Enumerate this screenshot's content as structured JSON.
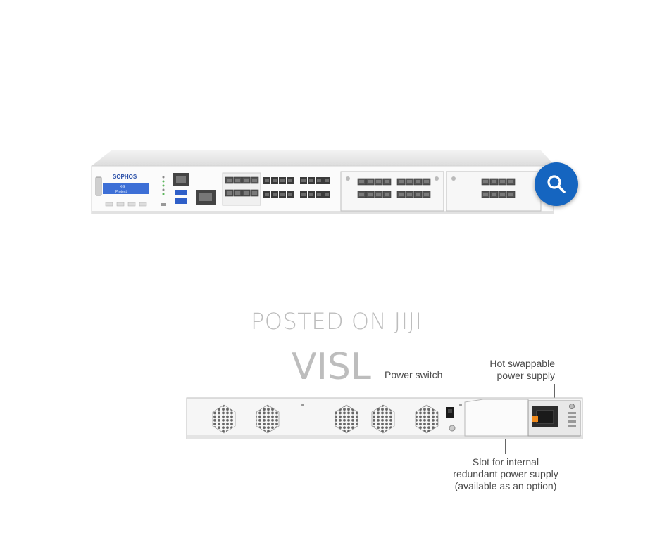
{
  "front_panel": {
    "brand": "SOPHOS",
    "lcd_line1": "XG",
    "lcd_line2": "Protect"
  },
  "search": {
    "icon": "search-icon",
    "color": "#1565c0"
  },
  "watermark": {
    "posted": "POSTED ON JIJI",
    "visl": "VISL"
  },
  "callouts": {
    "power_switch": "Power switch",
    "hot_swap_line1": "Hot swappable",
    "hot_swap_line2": "power supply",
    "slot_line1": "Slot for internal",
    "slot_line2": "redundant power supply",
    "slot_line3": "(available as an option)"
  }
}
